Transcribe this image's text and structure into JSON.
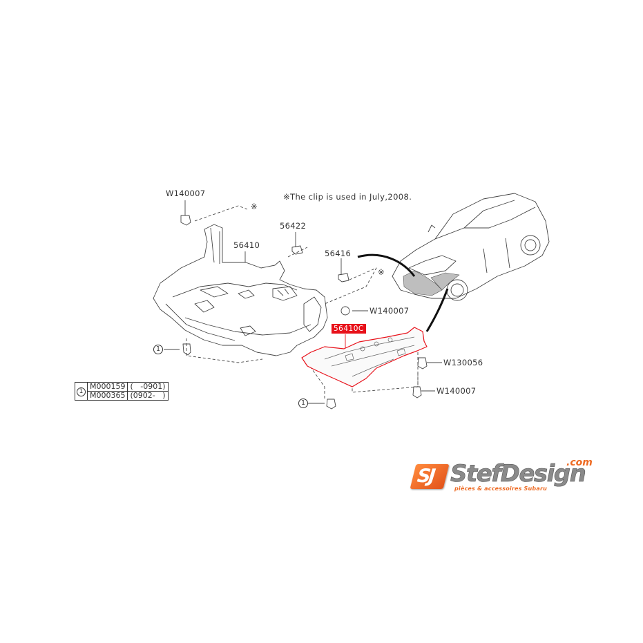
{
  "diagram": {
    "note": "※The clip is used in July,2008.",
    "parts": [
      {
        "id": "W140007",
        "label": "W140007",
        "position": "top-left clip"
      },
      {
        "id": "56422",
        "label": "56422"
      },
      {
        "id": "56410",
        "label": "56410"
      },
      {
        "id": "56416",
        "label": "56416"
      },
      {
        "id": "W140007b",
        "label": "W140007"
      },
      {
        "id": "56410C",
        "label": "56410C",
        "highlighted": true
      },
      {
        "id": "W130056",
        "label": "W130056"
      },
      {
        "id": "W140007c",
        "label": "W140007"
      }
    ],
    "callouts": [
      {
        "symbol": "1"
      },
      {
        "symbol": "1"
      }
    ],
    "asterisks": [
      "※",
      "※"
    ],
    "reference_table": {
      "symbol": "1",
      "rows": [
        {
          "part": "M000159",
          "range": "(   -0901)"
        },
        {
          "part": "M000365",
          "range": "(0902-   )"
        }
      ]
    },
    "colors": {
      "highlight": "#e8111a",
      "line": "#333333",
      "brand_orange": "#ee6a22"
    }
  },
  "logo": {
    "badge": "SJ",
    "name": "StefDesign",
    "dotcom": ".com",
    "tagline": "pièces & accessoires Subaru"
  }
}
